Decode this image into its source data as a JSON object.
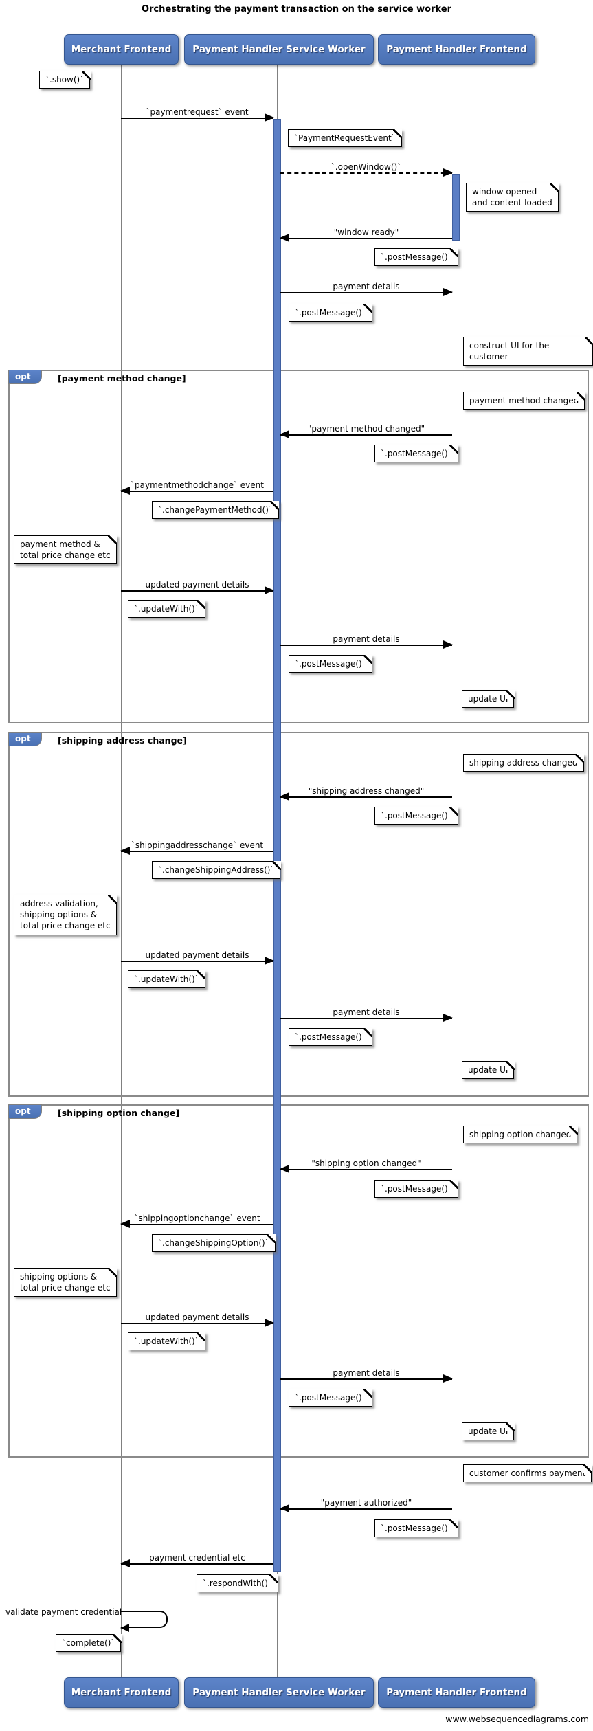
{
  "title": "Orchestrating the payment transaction on the service worker",
  "credit": "www.websequencediagrams.com",
  "colors": {
    "actor_fill": "#5278bf",
    "activation_fill": "#5b7ec5",
    "frame_border": "#8a8a8a",
    "note_fill": "#ffffff",
    "lifeline": "#808080"
  },
  "actors": [
    {
      "label": "Merchant Frontend"
    },
    {
      "label": "Payment Handler Service Worker"
    },
    {
      "label": "Payment Handler Frontend"
    }
  ],
  "fragments": [
    {
      "operator": "opt",
      "condition": "[payment method change]"
    },
    {
      "operator": "opt",
      "condition": "[shipping address change]"
    },
    {
      "operator": "opt",
      "condition": "[shipping option change]"
    }
  ],
  "messages": [
    {
      "label": "`paymentrequest` event"
    },
    {
      "label": "`.openWindow()`"
    },
    {
      "label": "\"window ready\""
    },
    {
      "label": "payment details"
    },
    {
      "label": "\"payment method changed\""
    },
    {
      "label": "`paymentmethodchange` event"
    },
    {
      "label": "updated payment details"
    },
    {
      "label": "payment details"
    },
    {
      "label": "\"shipping address changed\""
    },
    {
      "label": "`shippingaddresschange` event"
    },
    {
      "label": "updated payment details"
    },
    {
      "label": "payment details"
    },
    {
      "label": "\"shipping option changed\""
    },
    {
      "label": "`shippingoptionchange` event"
    },
    {
      "label": "updated payment details"
    },
    {
      "label": "payment details"
    },
    {
      "label": "\"payment authorized\""
    },
    {
      "label": "payment credential etc"
    }
  ],
  "self_message": {
    "label": "validate payment credential"
  },
  "notes": [
    {
      "text": "`.show()`"
    },
    {
      "text": "`PaymentRequestEvent`"
    },
    {
      "text": "window opened\nand content loaded"
    },
    {
      "text": "`.postMessage()`"
    },
    {
      "text": "`.postMessage()`"
    },
    {
      "text": "construct UI for the customer"
    },
    {
      "text": "payment method changed"
    },
    {
      "text": "`.postMessage()`"
    },
    {
      "text": "`.changePaymentMethod()`"
    },
    {
      "text": "payment method &\ntotal price change etc"
    },
    {
      "text": "`.updateWith()`"
    },
    {
      "text": "`.postMessage()`"
    },
    {
      "text": "update UI"
    },
    {
      "text": "shipping address changed"
    },
    {
      "text": "`.postMessage()`"
    },
    {
      "text": "`.changeShippingAddress()`"
    },
    {
      "text": "address validation,\nshipping options &\ntotal price change etc"
    },
    {
      "text": "`.updateWith()`"
    },
    {
      "text": "`.postMessage()`"
    },
    {
      "text": "update UI"
    },
    {
      "text": "shipping option changed"
    },
    {
      "text": "`.postMessage()`"
    },
    {
      "text": "`.changeShippingOption()`"
    },
    {
      "text": "shipping options &\ntotal price change etc"
    },
    {
      "text": "`.updateWith()`"
    },
    {
      "text": "`.postMessage()`"
    },
    {
      "text": "update UI"
    },
    {
      "text": "customer confirms payment"
    },
    {
      "text": "`.postMessage()`"
    },
    {
      "text": "`.respondWith()`"
    },
    {
      "text": "`complete()`"
    }
  ]
}
